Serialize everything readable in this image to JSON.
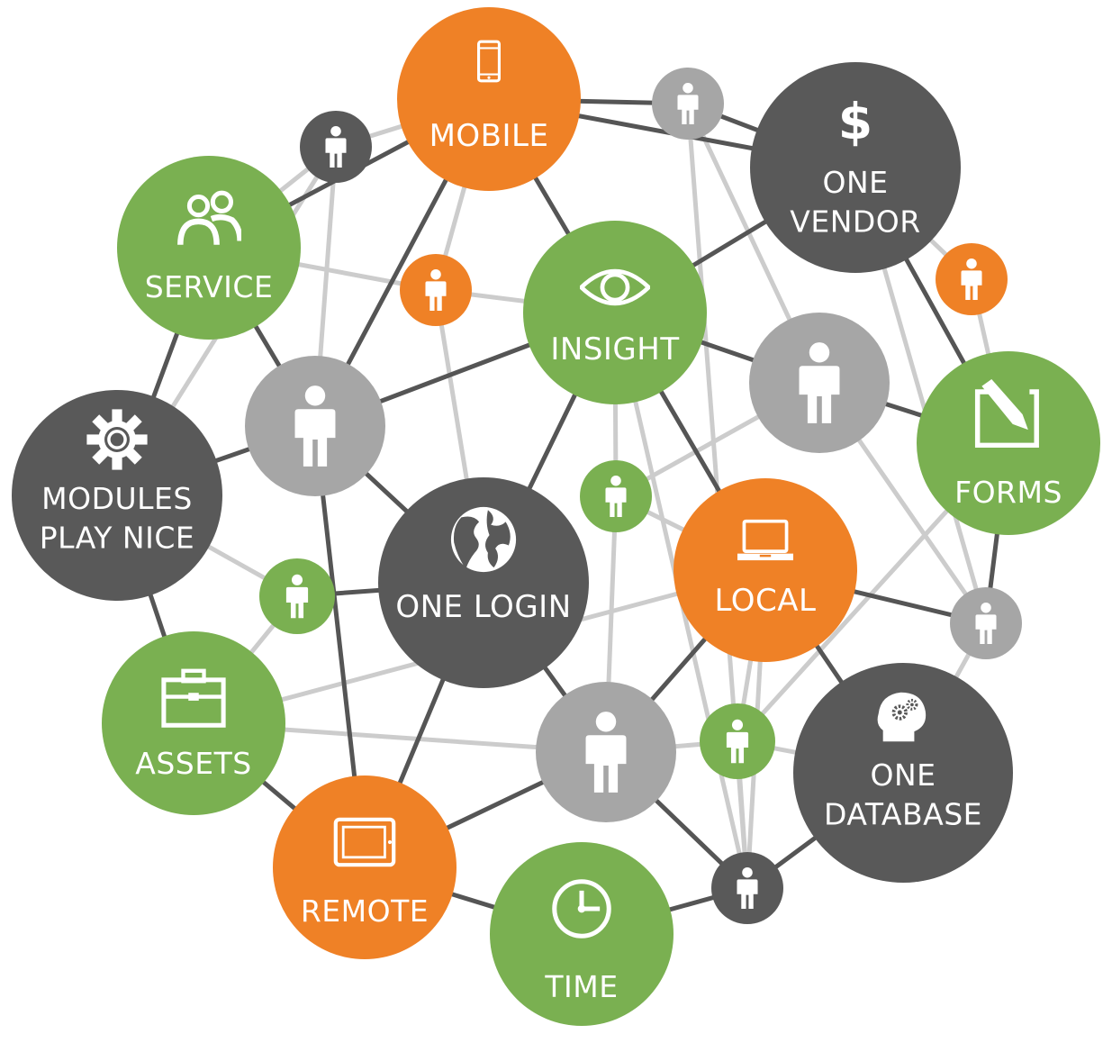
{
  "colors": {
    "green": "#7ab051",
    "orange": "#ef8126",
    "dark": "#595959",
    "gray": "#a6a6a6",
    "edge_dark": "#555555",
    "edge_light": "#cccccc",
    "icon": "#ffffff"
  },
  "nodes": [
    {
      "id": "mobile",
      "kind": "feature",
      "color": "orange",
      "icon": "phone-icon",
      "label": [
        "MOBILE"
      ]
    },
    {
      "id": "vendor",
      "kind": "feature",
      "color": "dark",
      "icon": "dollar-icon",
      "label": [
        "ONE",
        "VENDOR"
      ]
    },
    {
      "id": "service",
      "kind": "feature",
      "color": "green",
      "icon": "people-icon",
      "label": [
        "SERVICE"
      ]
    },
    {
      "id": "insight",
      "kind": "feature",
      "color": "green",
      "icon": "eye-icon",
      "label": [
        "INSIGHT"
      ]
    },
    {
      "id": "forms",
      "kind": "feature",
      "color": "green",
      "icon": "edit-icon",
      "label": [
        "FORMS"
      ]
    },
    {
      "id": "modules",
      "kind": "feature",
      "color": "dark",
      "icon": "gear-icon",
      "label": [
        "MODULES",
        "PLAY NICE"
      ]
    },
    {
      "id": "login",
      "kind": "feature",
      "color": "dark",
      "icon": "globe-icon",
      "label": [
        "ONE LOGIN"
      ]
    },
    {
      "id": "local",
      "kind": "feature",
      "color": "orange",
      "icon": "laptop-icon",
      "label": [
        "LOCAL"
      ]
    },
    {
      "id": "assets",
      "kind": "feature",
      "color": "green",
      "icon": "briefcase-icon",
      "label": [
        "ASSETS"
      ]
    },
    {
      "id": "database",
      "kind": "feature",
      "color": "dark",
      "icon": "brain-gear-icon",
      "label": [
        "ONE",
        "DATABASE"
      ]
    },
    {
      "id": "remote",
      "kind": "feature",
      "color": "orange",
      "icon": "tablet-icon",
      "label": [
        "REMOTE"
      ]
    },
    {
      "id": "time",
      "kind": "feature",
      "color": "green",
      "icon": "clock-icon",
      "label": [
        "TIME"
      ]
    },
    {
      "id": "p1",
      "kind": "person",
      "color": "dark",
      "icon": "person-icon"
    },
    {
      "id": "p2",
      "kind": "person",
      "color": "gray",
      "icon": "person-icon"
    },
    {
      "id": "p3",
      "kind": "person",
      "color": "orange",
      "icon": "person-icon"
    },
    {
      "id": "p4",
      "kind": "person",
      "color": "orange",
      "icon": "person-icon"
    },
    {
      "id": "p5",
      "kind": "person",
      "color": "gray",
      "icon": "person-icon"
    },
    {
      "id": "p6",
      "kind": "person",
      "color": "gray",
      "icon": "person-icon"
    },
    {
      "id": "p7",
      "kind": "person",
      "color": "green",
      "icon": "person-icon"
    },
    {
      "id": "p8",
      "kind": "person",
      "color": "green",
      "icon": "person-icon"
    },
    {
      "id": "p9",
      "kind": "person",
      "color": "gray",
      "icon": "person-icon"
    },
    {
      "id": "p10",
      "kind": "person",
      "color": "gray",
      "icon": "person-icon"
    },
    {
      "id": "p11",
      "kind": "person",
      "color": "green",
      "icon": "person-icon"
    },
    {
      "id": "p12",
      "kind": "person",
      "color": "dark",
      "icon": "person-icon"
    }
  ],
  "edges_dark": [
    [
      "mobile",
      "service"
    ],
    [
      "mobile",
      "insight"
    ],
    [
      "mobile",
      "vendor"
    ],
    [
      "mobile",
      "p2"
    ],
    [
      "mobile",
      "p6"
    ],
    [
      "p2",
      "vendor"
    ],
    [
      "vendor",
      "insight"
    ],
    [
      "vendor",
      "forms"
    ],
    [
      "service",
      "p6"
    ],
    [
      "service",
      "modules"
    ],
    [
      "insight",
      "p6"
    ],
    [
      "insight",
      "p5"
    ],
    [
      "insight",
      "local"
    ],
    [
      "insight",
      "login"
    ],
    [
      "p5",
      "forms"
    ],
    [
      "modules",
      "p6"
    ],
    [
      "modules",
      "assets"
    ],
    [
      "p6",
      "login"
    ],
    [
      "p6",
      "remote"
    ],
    [
      "login",
      "p9"
    ],
    [
      "login",
      "remote"
    ],
    [
      "p8",
      "login"
    ],
    [
      "local",
      "p9"
    ],
    [
      "local",
      "p10"
    ],
    [
      "local",
      "database"
    ],
    [
      "forms",
      "p10"
    ],
    [
      "assets",
      "remote"
    ],
    [
      "remote",
      "p9"
    ],
    [
      "remote",
      "time"
    ],
    [
      "p9",
      "p12"
    ],
    [
      "time",
      "p12"
    ],
    [
      "p12",
      "database"
    ]
  ],
  "edges_light": [
    [
      "p1",
      "service"
    ],
    [
      "p1",
      "mobile"
    ],
    [
      "p1",
      "p6"
    ],
    [
      "service",
      "p3"
    ],
    [
      "p3",
      "mobile"
    ],
    [
      "p3",
      "insight"
    ],
    [
      "p3",
      "login"
    ],
    [
      "p2",
      "p5"
    ],
    [
      "p2",
      "p12"
    ],
    [
      "p4",
      "vendor"
    ],
    [
      "p4",
      "forms"
    ],
    [
      "p5",
      "p7"
    ],
    [
      "p5",
      "p10"
    ],
    [
      "vendor",
      "p10"
    ],
    [
      "insight",
      "p12"
    ],
    [
      "p7",
      "local"
    ],
    [
      "p7",
      "p9"
    ],
    [
      "modules",
      "p8"
    ],
    [
      "p8",
      "assets"
    ],
    [
      "p1",
      "modules"
    ],
    [
      "assets",
      "p9"
    ],
    [
      "assets",
      "local"
    ],
    [
      "p11",
      "p9"
    ],
    [
      "p11",
      "p12"
    ],
    [
      "p11",
      "database"
    ],
    [
      "p11",
      "local"
    ],
    [
      "forms",
      "p11"
    ],
    [
      "database",
      "p10"
    ],
    [
      "local",
      "p12"
    ],
    [
      "insight",
      "p7"
    ]
  ]
}
